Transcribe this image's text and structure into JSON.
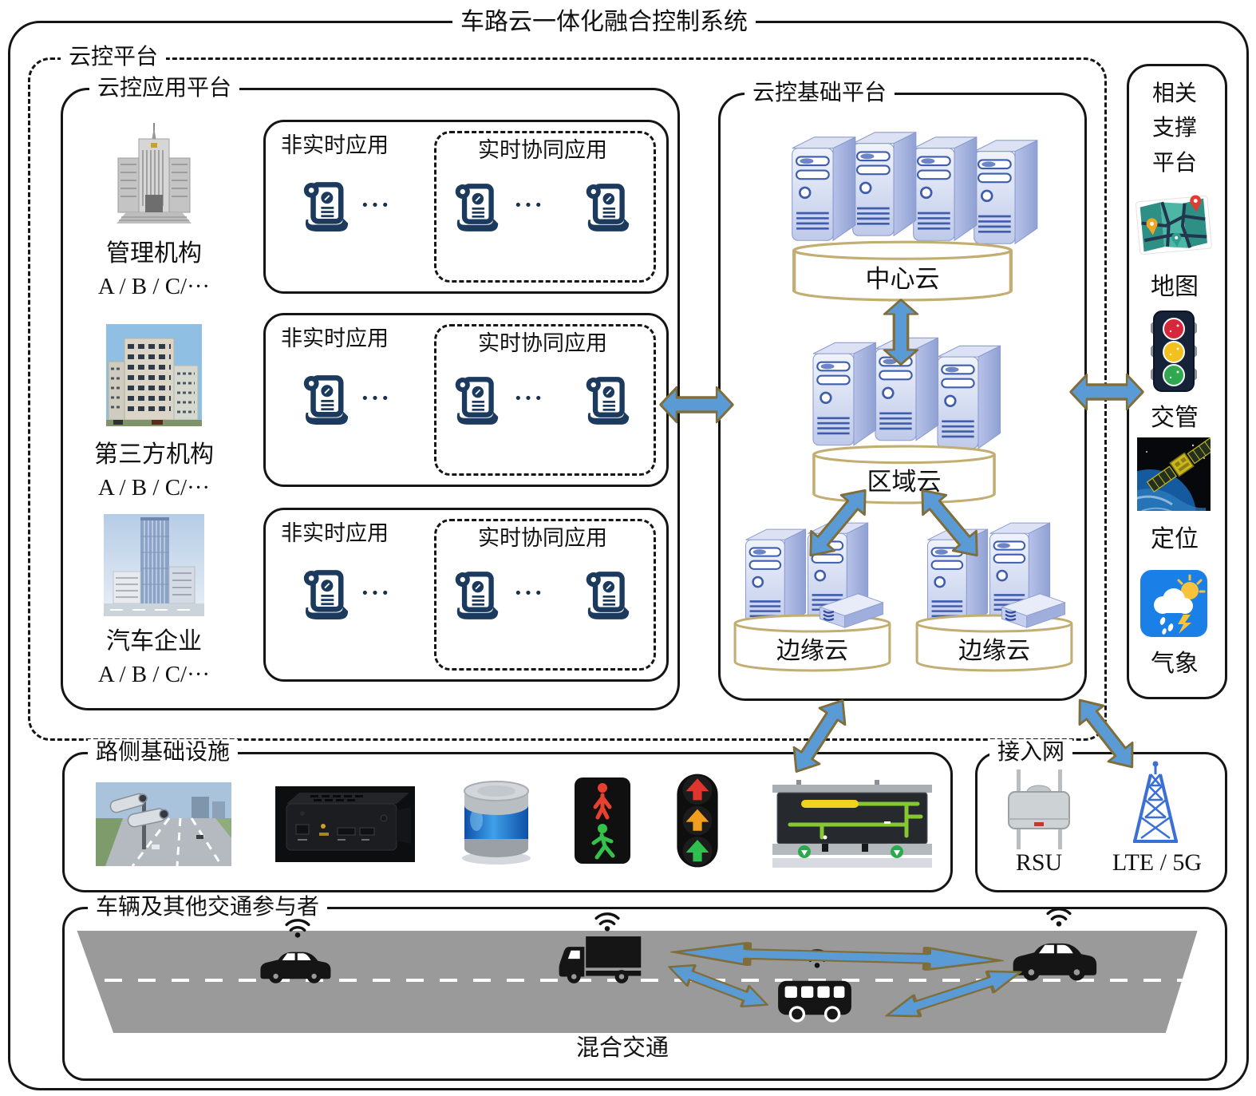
{
  "title": "车路云一体化融合控制系统",
  "cloud_platform": {
    "label": "云控平台"
  },
  "app_platform": {
    "label": "云控应用平台",
    "orgs": [
      {
        "name": "管理机构",
        "suffix": "A / B / C/···"
      },
      {
        "name": "第三方机构",
        "suffix": "A / B / C/···"
      },
      {
        "name": "汽车企业",
        "suffix": "A / B / C/···"
      }
    ],
    "app_box": {
      "non_realtime": "非实时应用",
      "realtime": "实时协同应用",
      "dots": "···"
    }
  },
  "base_platform": {
    "label": "云控基础平台",
    "center_cloud": "中心云",
    "region_cloud": "区域云",
    "edge_cloud_left": "边缘云",
    "edge_cloud_right": "边缘云"
  },
  "support_platform": {
    "label_lines": [
      "相关",
      "支撑",
      "平台"
    ],
    "items": [
      {
        "label": "地图"
      },
      {
        "label": "交管"
      },
      {
        "label": "定位"
      },
      {
        "label": "气象"
      }
    ]
  },
  "roadside": {
    "label": "路侧基础设施"
  },
  "access_network": {
    "label": "接入网",
    "rsu": "RSU",
    "lte": "LTE / 5G"
  },
  "traffic": {
    "label": "车辆及其他交通参与者",
    "mixed": "混合交通"
  },
  "colors": {
    "arrow_fill": "#5B9BD5",
    "arrow_stroke": "#7F6D3A",
    "cylinder_stroke": "#C2AD72",
    "server_blue": "#BFCAEA",
    "scroll_navy": "#1C3A5E"
  }
}
